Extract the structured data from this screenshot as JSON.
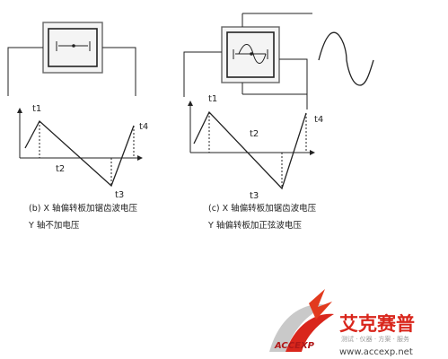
{
  "diagram_b": {
    "label_t1": "t1",
    "label_t2": "t2",
    "label_t3": "t3",
    "label_t4": "t4",
    "caption_line1": "(b) X 轴偏转板加锯齿波电压",
    "caption_line2": "Y 轴不加电压"
  },
  "diagram_c": {
    "label_t1": "t1",
    "label_t2": "t2",
    "label_t3": "t3",
    "label_t4": "t4",
    "caption_line1": "(c) X 轴偏转板加锯齿波电压",
    "caption_line2": "Y 轴偏转板加正弦波电压"
  },
  "watermark": {
    "brand_cn": "艾克赛普",
    "brand_en": "ACCEXP",
    "tagline": "测试 · 仪器 · 方案 · 服务",
    "url": "www.accexp.net",
    "brand_color": "#d9261c"
  }
}
